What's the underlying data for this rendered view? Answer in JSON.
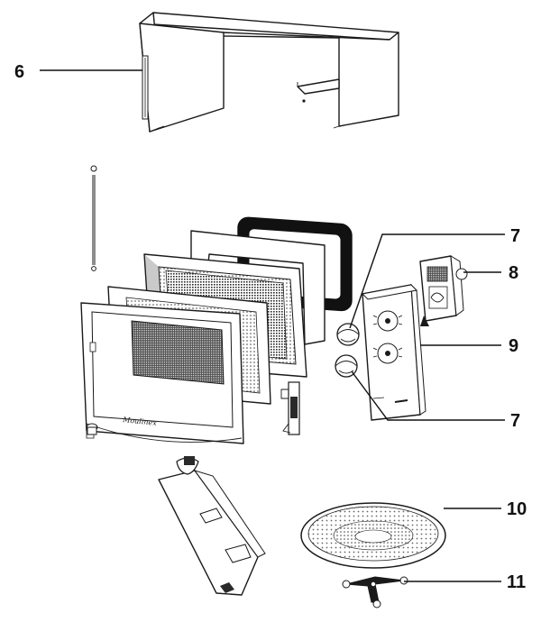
{
  "callouts": {
    "outer_case": "6",
    "knob_top": "7",
    "timer_module": "8",
    "control_panel": "9",
    "knob_bottom": "7",
    "turntable_plate": "10",
    "roller_support": "11"
  },
  "door_logo": "Moulinex",
  "colors": {
    "ink": "#111111",
    "paper": "#ffffff",
    "mesh": "#2a2a2a"
  }
}
